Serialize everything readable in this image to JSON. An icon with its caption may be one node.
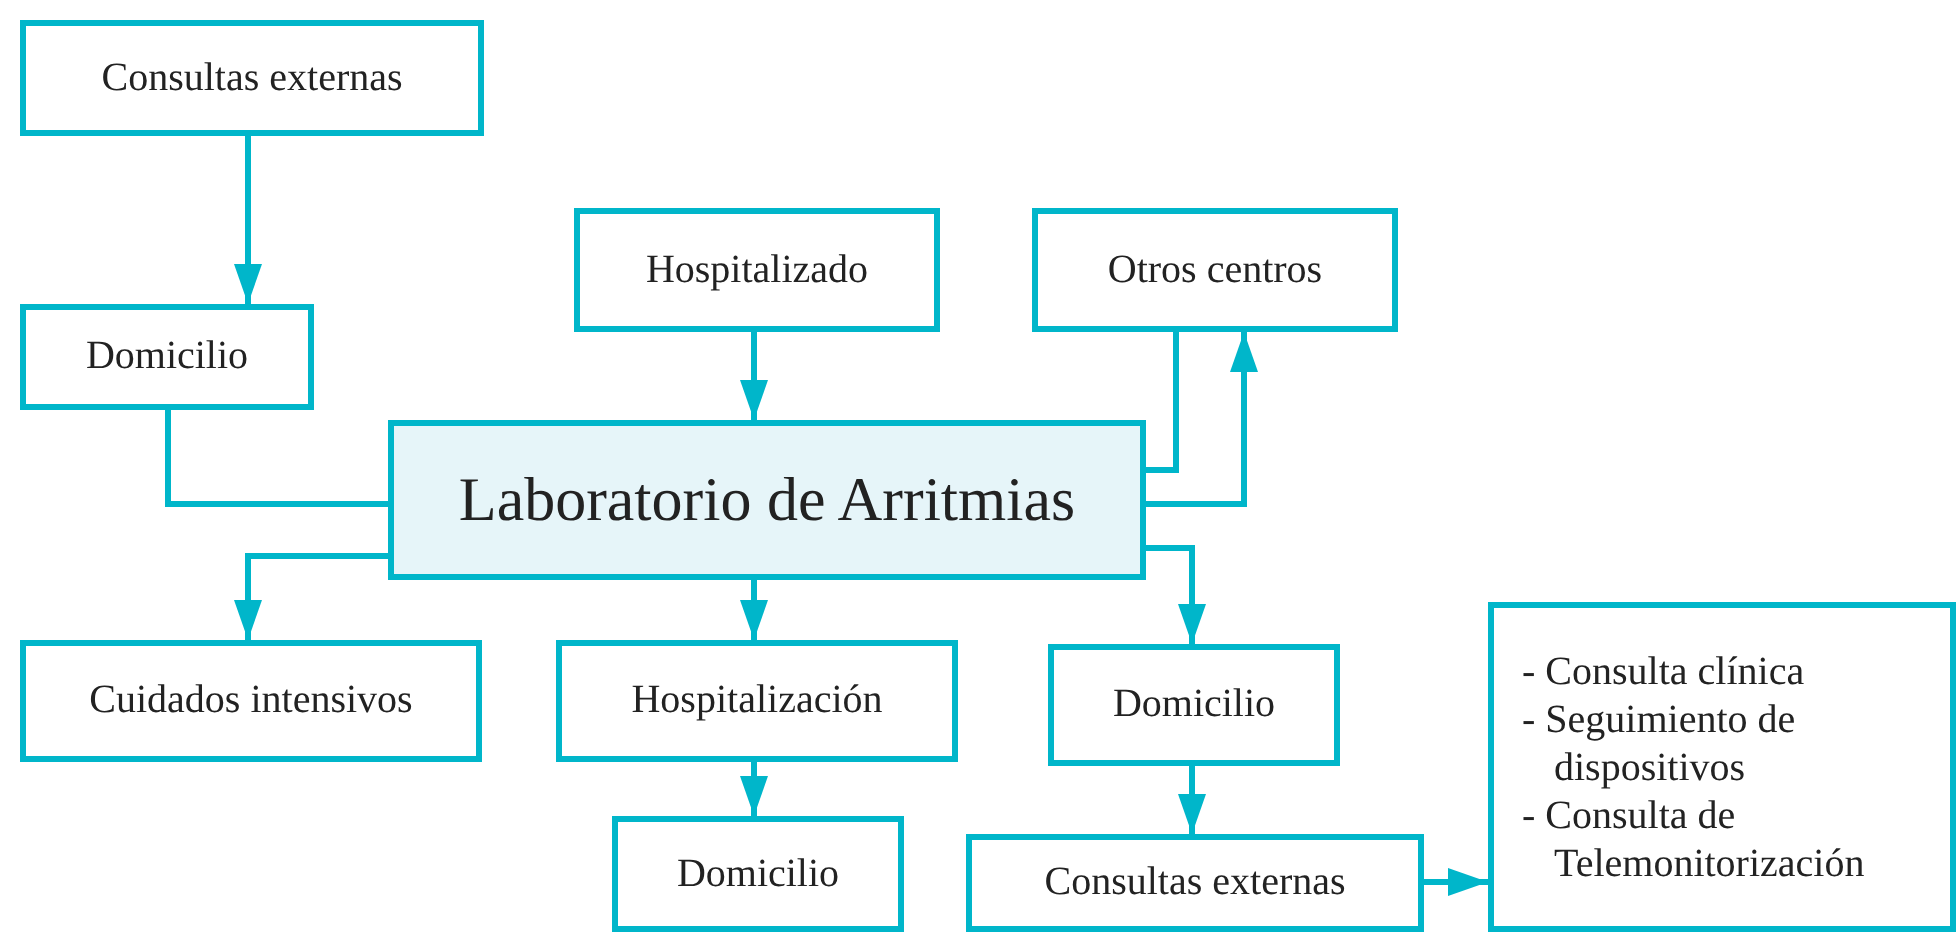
{
  "diagram": {
    "nodes": [
      {
        "text": [
          "Consultas externas"
        ]
      },
      {
        "text": [
          "Domicilio"
        ]
      },
      {
        "text": [
          "Hospitalizado"
        ]
      },
      {
        "text": [
          "Otros centros"
        ]
      },
      {
        "text": [
          "Laboratorio de Arritmias"
        ]
      },
      {
        "text": [
          "Cuidados intensivos"
        ]
      },
      {
        "text": [
          "Hospitalización"
        ]
      },
      {
        "text": [
          "Domicilio"
        ]
      },
      {
        "text": [
          "Domicilio"
        ]
      },
      {
        "text": [
          "Consultas externas"
        ]
      },
      {
        "text": [
          "- Consulta clínica",
          "- Seguimiento de dispositivos",
          "- Consulta de Telemonitorización"
        ]
      }
    ],
    "edges": [
      {
        "from": 0,
        "to": 1,
        "arrow": "to"
      },
      {
        "from": 1,
        "to": 4,
        "arrow": "none"
      },
      {
        "from": 2,
        "to": 4,
        "arrow": "to"
      },
      {
        "from": 3,
        "to": 4,
        "arrow": "none"
      },
      {
        "from": 4,
        "to": 3,
        "arrow": "to"
      },
      {
        "from": 4,
        "to": 5,
        "arrow": "to"
      },
      {
        "from": 4,
        "to": 6,
        "arrow": "to"
      },
      {
        "from": 4,
        "to": 8,
        "arrow": "to"
      },
      {
        "from": 6,
        "to": 7,
        "arrow": "to"
      },
      {
        "from": 8,
        "to": 9,
        "arrow": "to"
      },
      {
        "from": 9,
        "to": 10,
        "arrow": "to"
      }
    ]
  }
}
